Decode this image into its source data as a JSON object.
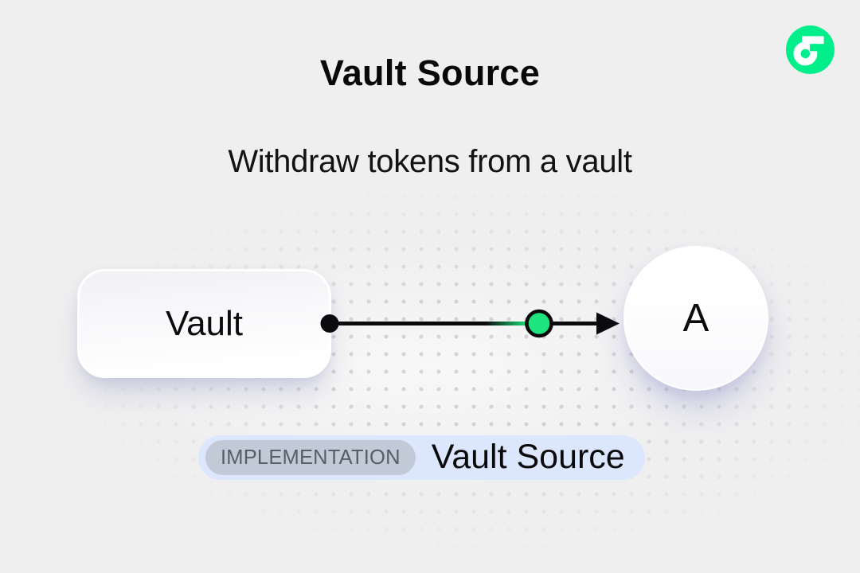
{
  "header": {
    "title": "Vault Source",
    "subtitle": "Withdraw tokens from a vault"
  },
  "brand": {
    "logo_name": "flow-logo"
  },
  "diagram": {
    "nodes": {
      "source": {
        "label": "Vault",
        "shape": "rounded-rect"
      },
      "target": {
        "label": "A",
        "shape": "circle"
      }
    },
    "edge": {
      "from": "Vault",
      "to": "A",
      "marker": "green-token-dot",
      "direction": "left-to-right"
    }
  },
  "badge": {
    "tag": "IMPLEMENTATION",
    "label": "Vault Source"
  },
  "colors": {
    "background": "#efeff0",
    "flow_green": "#00ef8b",
    "token_green": "#1ee57e",
    "badge_background": "#dce7fd",
    "tag_background": "#c2cad7",
    "tag_text": "#575e6a",
    "ink": "#0b0b0e"
  }
}
